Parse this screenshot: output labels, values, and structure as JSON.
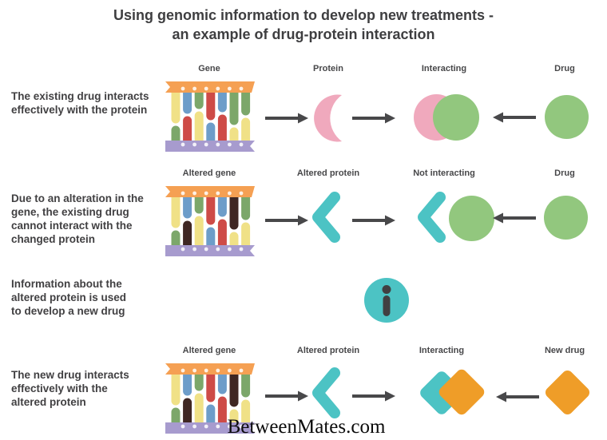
{
  "title": {
    "line1": "Using genomic information to develop new treatments -",
    "line2": "an example of drug-protein interaction"
  },
  "watermark": "BetweenMates.com",
  "palette": {
    "pink": "#f0a9bd",
    "green": "#92c77e",
    "teal": "#4cc3c4",
    "orange": "#ef9d28",
    "strand_top": "#f5a053",
    "strand_bottom": "#a79bce",
    "base_yellow": "#f0e187",
    "base_blue": "#6d9dc9",
    "base_green": "#7ca76a",
    "base_red": "#ce4b47",
    "base_dark": "#3f2723",
    "text": "#414042",
    "arrow": "#48484a",
    "background": "#ffffff"
  },
  "rows": [
    {
      "description": "The existing drug interacts\neffectively with the protein",
      "col_labels": {
        "gene": "Gene",
        "protein": "Protein",
        "interaction": "Interacting",
        "drug": "Drug"
      }
    },
    {
      "description": "Due to an alteration in the\ngene, the existing drug\ncannot interact with the\nchanged protein",
      "col_labels": {
        "gene": "Altered gene",
        "protein": "Altered protein",
        "interaction": "Not interacting",
        "drug": "Drug"
      }
    },
    {
      "description": "Information about the\naltered protein is used\nto develop a new drug"
    },
    {
      "description": "The new drug interacts\neffectively with the\naltered protein",
      "col_labels": {
        "gene": "Altered gene",
        "protein": "Altered protein",
        "interaction": "Interacting",
        "drug": "New drug"
      }
    }
  ],
  "genes": {
    "normal": {
      "top": [
        "yellow",
        "blue",
        "green",
        "red",
        "blue",
        "green",
        "green"
      ],
      "bottom": [
        "green",
        "red",
        "yellow",
        "blue",
        "red",
        "yellow",
        "yellow"
      ]
    },
    "altered": {
      "top": [
        "yellow",
        "blue",
        "green",
        "red",
        "blue",
        "dark",
        "green"
      ],
      "bottom": [
        "green",
        "dark",
        "yellow",
        "blue",
        "red",
        "yellow",
        "yellow"
      ]
    }
  },
  "gene_junctions": [
    56,
    44,
    38,
    52,
    42,
    58,
    46
  ]
}
